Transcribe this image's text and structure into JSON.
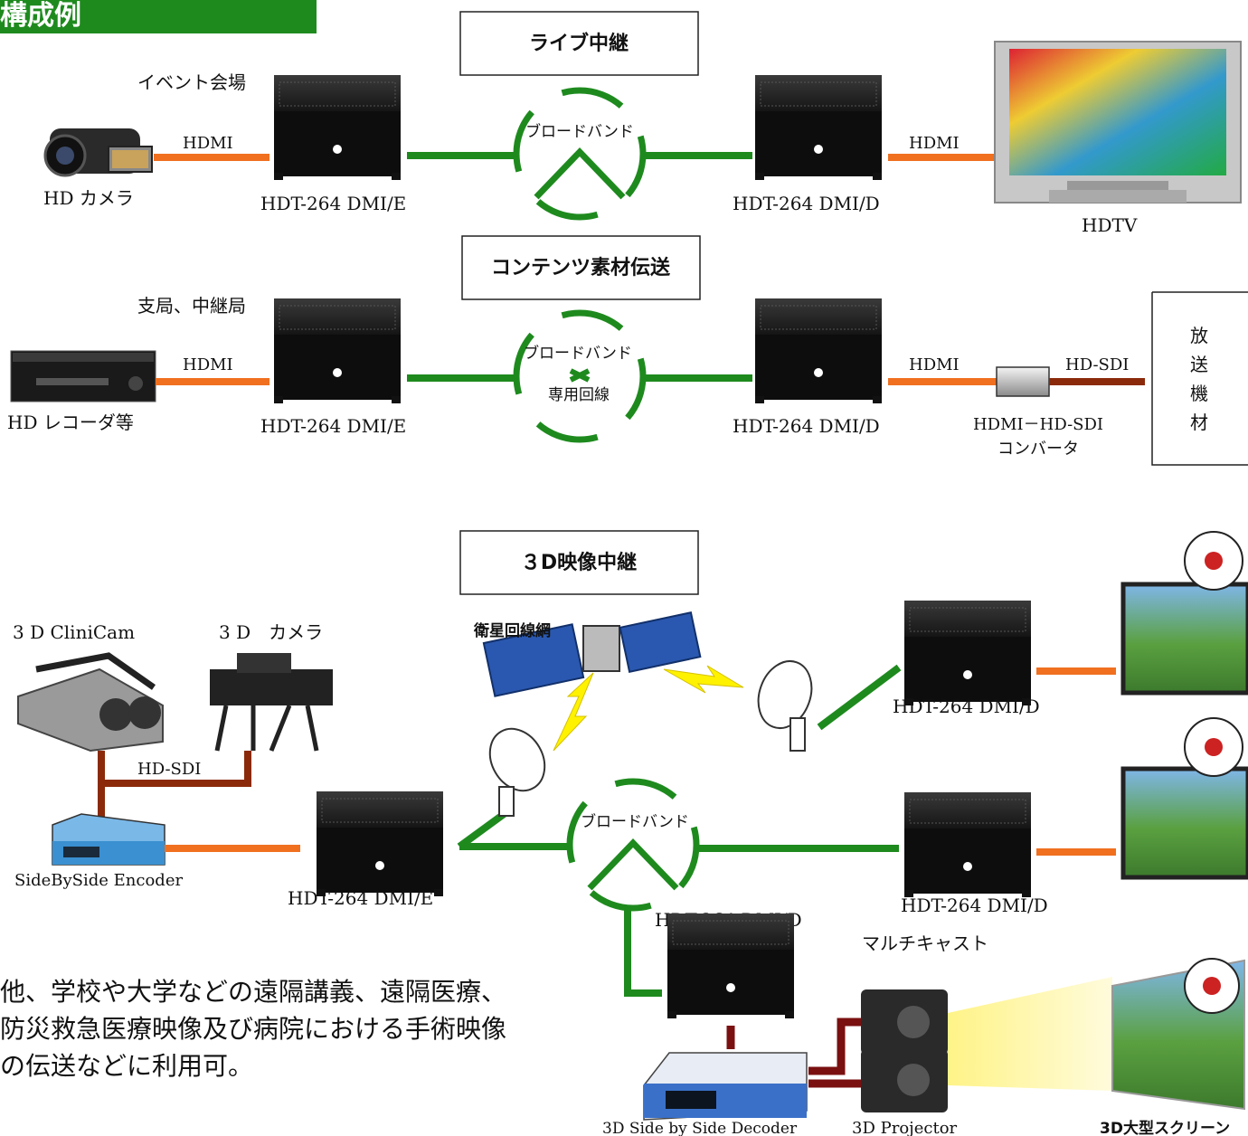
{
  "header": {
    "title": "構成例"
  },
  "sections": {
    "live": {
      "title": "ライブ中継",
      "venue": "イベント会場",
      "source": "HD カメラ",
      "link_left": "HDMI",
      "encoder": "HDT-264 DMI/E",
      "network": "ブロードバンド",
      "decoder": "HDT-264 DMI/D",
      "link_right": "HDMI",
      "sink": "HDTV"
    },
    "contents": {
      "title": "コンテンツ素材伝送",
      "venue": "支局、中継局",
      "source": "HD レコーダ等",
      "link_left": "HDMI",
      "encoder": "HDT-264 DMI/E",
      "network": "ブロードバンド",
      "network_alt": "専用回線",
      "decoder": "HDT-264 DMI/D",
      "link_right": "HDMI",
      "link_sdi": "HD-SDI",
      "converter_line1": "HDMI－HD-SDI",
      "converter_line2": "コンバータ",
      "broadcast_chars": [
        "放",
        "送",
        "機",
        "材"
      ]
    },
    "three_d": {
      "title": "３D映像中継",
      "clinicam": "3 D CliniCam",
      "camera": "3 D　カメラ",
      "link_sdi": "HD-SDI",
      "side_encoder": "SideBySide Encoder",
      "encoder": "HDT-264 DMI/E",
      "satellite": "衛星回線網",
      "network": "ブロードバンド",
      "decoder_top": "HDT-264 DMI/D",
      "decoder_mid": "HDT-264 DMI/D",
      "decoder_bottom": "HDT-264 DMI/D",
      "multicast": "マルチキャスト",
      "side_decoder": "3D Side by Side Decoder",
      "projector": "3D Projector",
      "screen": "3D大型スクリーン"
    }
  },
  "note_lines": [
    "他、学校や大学などの遠隔講義、遠隔医療、",
    "防災救急医療映像及び病院における手術映像",
    "の伝送などに利用可。"
  ],
  "colors": {
    "header_bg": "#1e8a1e",
    "hdmi": "#f07020",
    "network": "#1e8a1e",
    "sdi": "#8b2a0a"
  }
}
